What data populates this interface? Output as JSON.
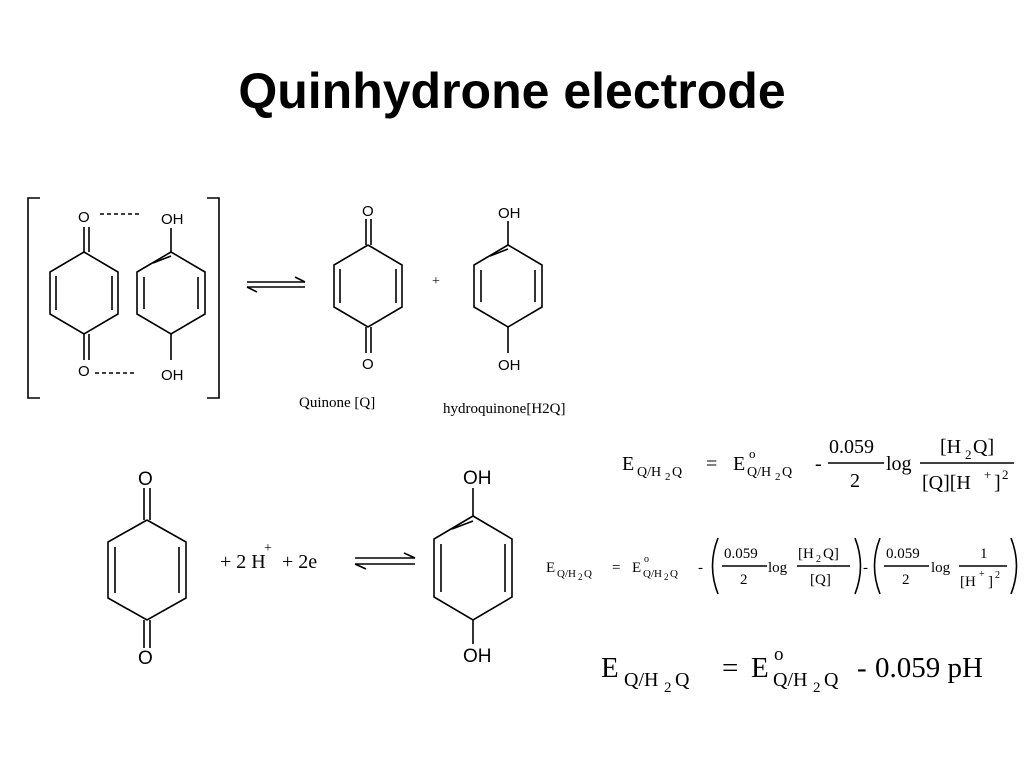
{
  "title": "Quinhydrone electrode",
  "structure_labels": {
    "oxygen": "O",
    "hydroxyl": "OH",
    "plus": "+",
    "quinone": "Quinone [Q]",
    "hydroquinone": "hydroquinone[H2Q]"
  },
  "half_reaction": {
    "reactant_terms": "+ 2 H",
    "charge": "+",
    "electrons": "+ 2e"
  },
  "equations": {
    "E": "E",
    "E0": "E",
    "super_o": "o",
    "sub_Q": "Q/H",
    "sub_2": "2",
    "sub_Q_end": "Q",
    "equals": "=",
    "minus": "-",
    "coef": "0.059",
    "two": "2",
    "log": "log",
    "num1_a": "[H",
    "num1_b": "Q]",
    "den1": "[Q][H",
    "den1_close": "]",
    "sq": "2",
    "plus_sup": "+",
    "one": "1",
    "den_h": "[H",
    "den_q": "[Q]",
    "final_term": "0.059 pH"
  }
}
